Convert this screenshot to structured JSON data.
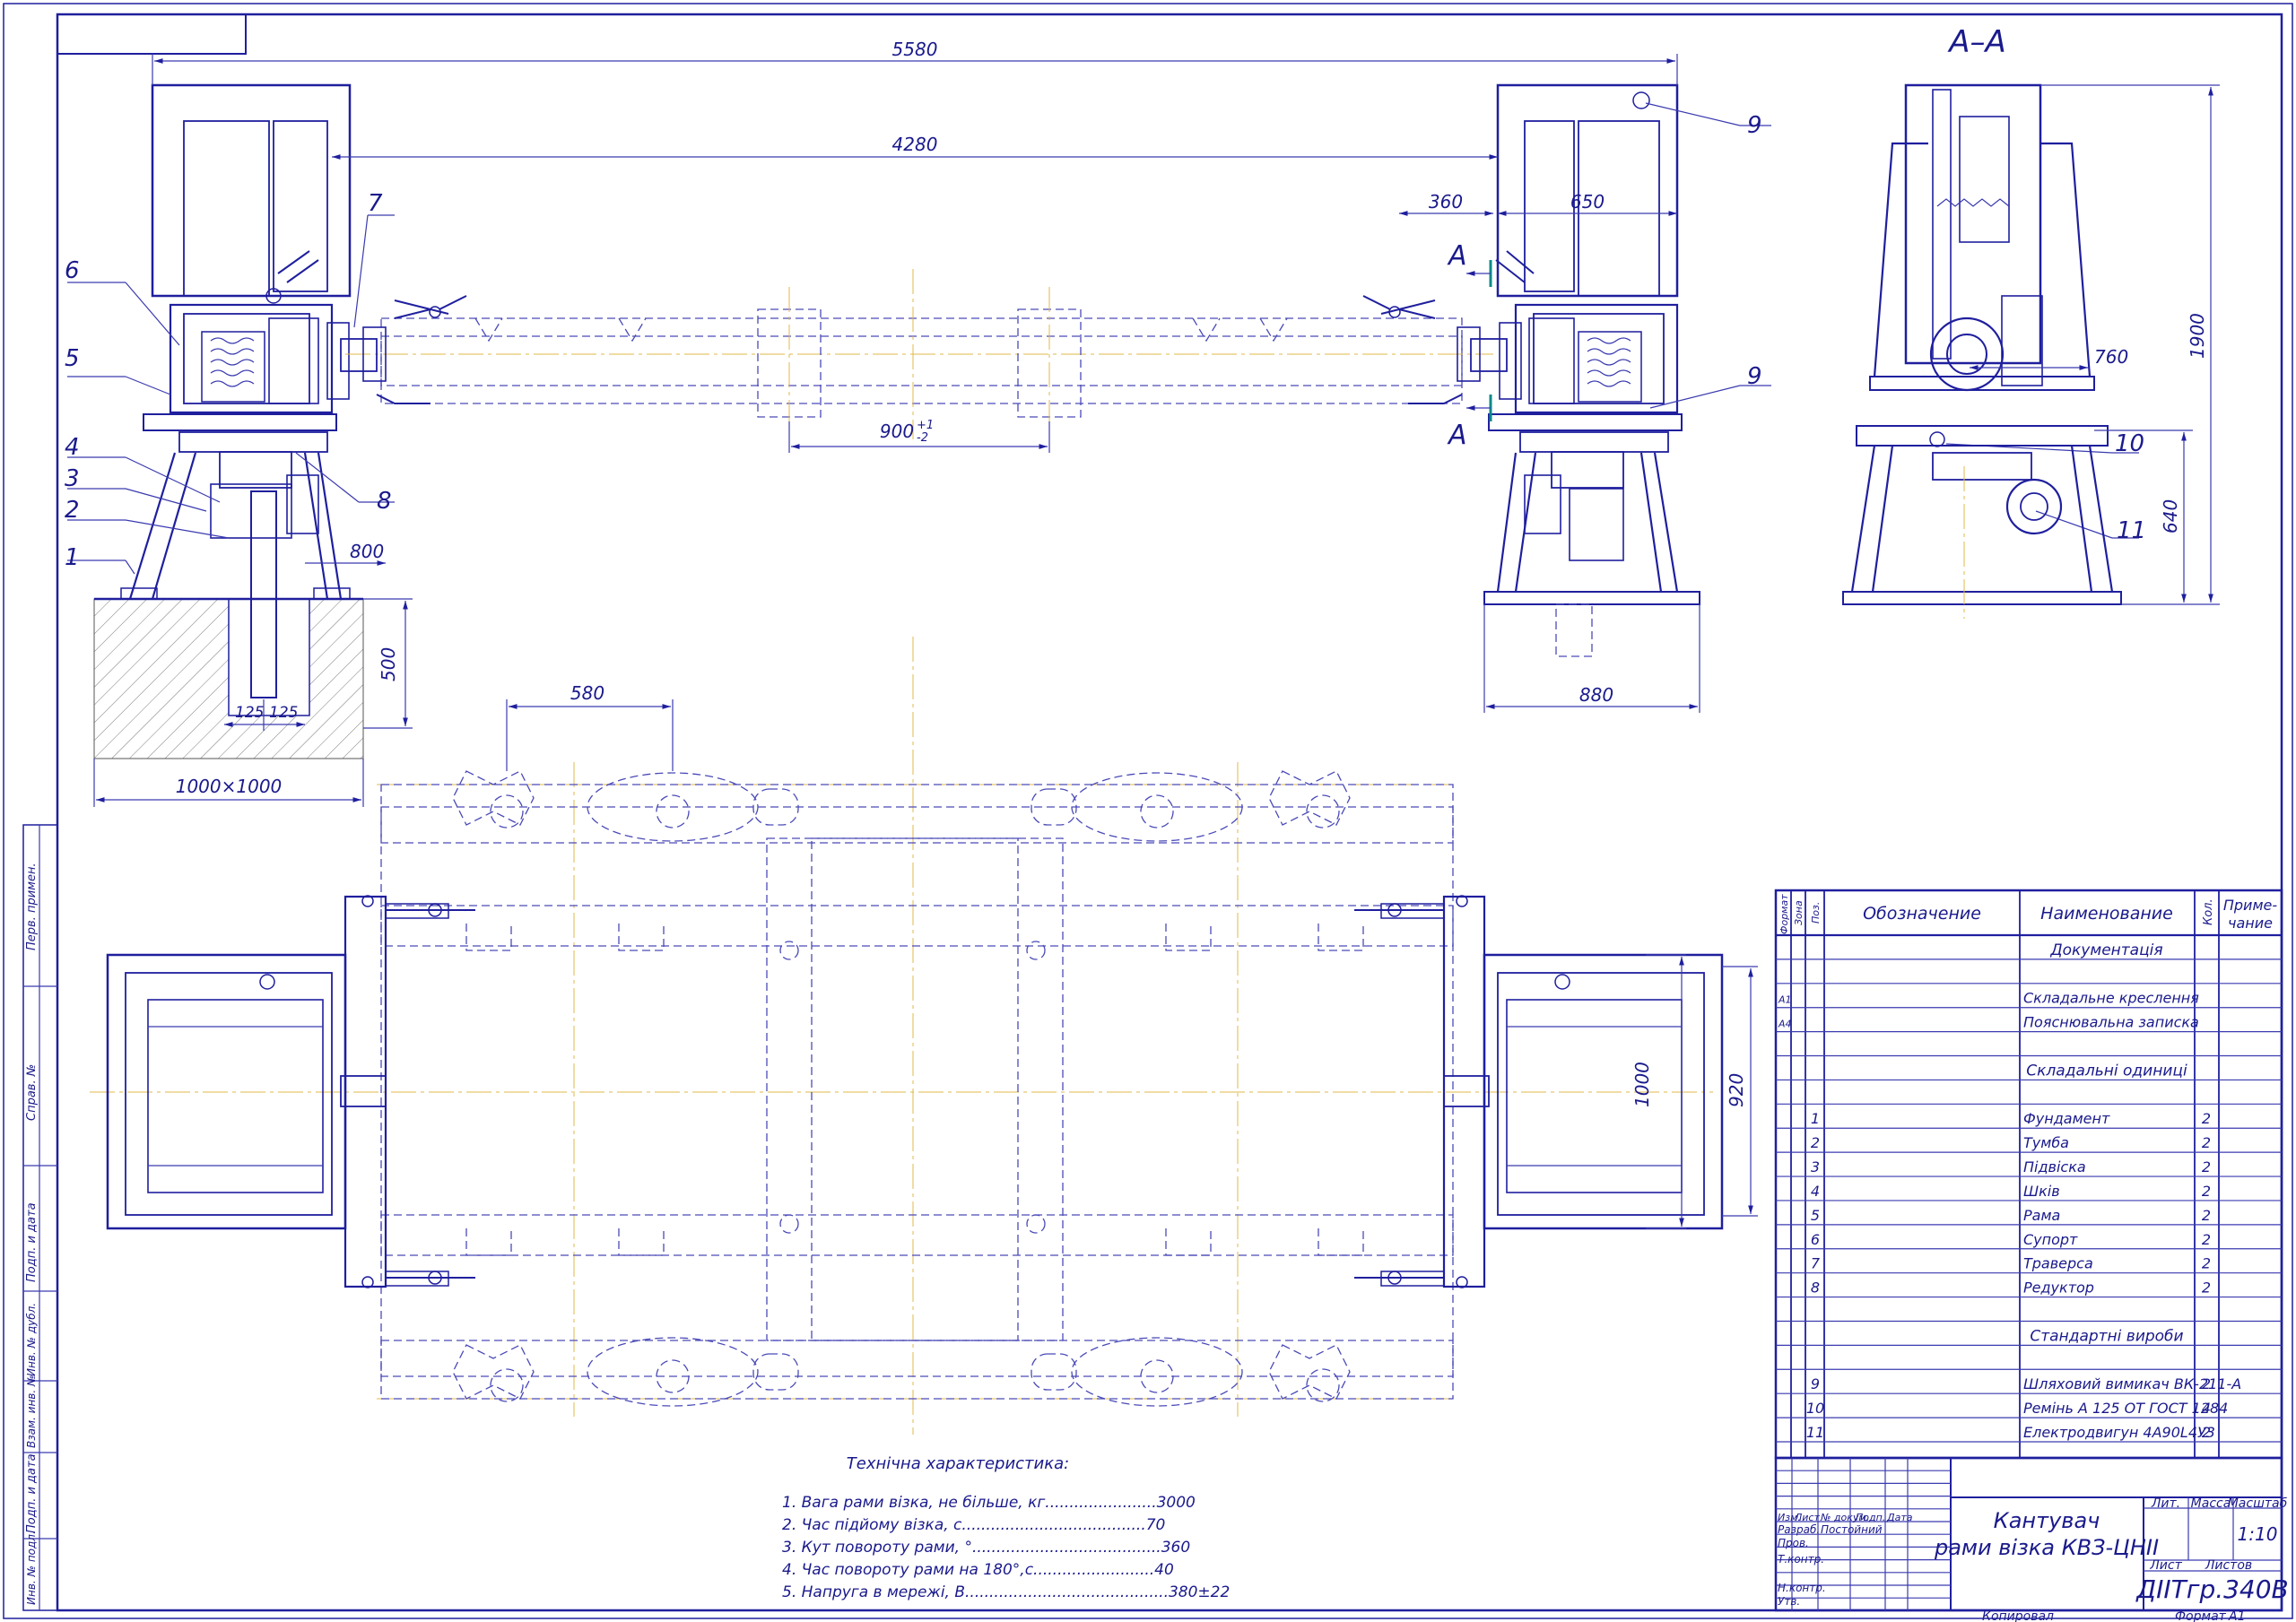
{
  "dimensions": {
    "overall": "5580",
    "inner": "4280",
    "d360": "360",
    "d650": "650",
    "d900": "900",
    "d900_tol": "+1",
    "d900_tol2": "-2",
    "d800": "800",
    "d500": "500",
    "d125a": "125",
    "d125b": "125",
    "d1000x1000": "1000×1000",
    "d880": "880",
    "d580": "580",
    "d1000": "1000",
    "d920": "920",
    "d760": "760",
    "d1900": "1900",
    "d640": "640"
  },
  "section": {
    "title": "А–А",
    "markA1": "А",
    "markA2": "А"
  },
  "callouts": [
    "1",
    "2",
    "3",
    "4",
    "5",
    "6",
    "7",
    "8",
    "9",
    "9",
    "10",
    "11"
  ],
  "tech": {
    "title": "Технічна характеристика:",
    "lines": [
      "1. Вага рами візка, не більше, кг.......................3000",
      "2. Час підйому візка, с......................................70",
      "3. Кут повороту рами, °.......................................360",
      "4. Час повороту рами на 180°,с.........................40",
      "5. Напруга в мережі, В..........................................380±22"
    ]
  },
  "spec": {
    "headers": {
      "format": "Формат",
      "zone": "Зона",
      "pos": "Поз.",
      "designation": "Обозначение",
      "name": "Наименование",
      "qty": "Кол.",
      "note1": "Приме-",
      "note2": "чание"
    },
    "rows": [
      {
        "fmt": "",
        "pos": "",
        "name": "Документація",
        "qty": "",
        "sect": true
      },
      {
        "fmt": "",
        "pos": "",
        "name": "",
        "qty": ""
      },
      {
        "fmt": "А1",
        "pos": "",
        "name": "Складальне креслення",
        "qty": ""
      },
      {
        "fmt": "А4",
        "pos": "",
        "name": "Пояснювальна записка",
        "qty": ""
      },
      {
        "fmt": "",
        "pos": "",
        "name": "",
        "qty": ""
      },
      {
        "fmt": "",
        "pos": "",
        "name": "Складальні одиниці",
        "qty": "",
        "sect": true
      },
      {
        "fmt": "",
        "pos": "",
        "name": "",
        "qty": ""
      },
      {
        "fmt": "",
        "pos": "1",
        "name": "Фундамент",
        "qty": "2"
      },
      {
        "fmt": "",
        "pos": "2",
        "name": "Тумба",
        "qty": "2"
      },
      {
        "fmt": "",
        "pos": "3",
        "name": "Підвіска",
        "qty": "2"
      },
      {
        "fmt": "",
        "pos": "4",
        "name": "Шків",
        "qty": "2"
      },
      {
        "fmt": "",
        "pos": "5",
        "name": "Рама",
        "qty": "2"
      },
      {
        "fmt": "",
        "pos": "6",
        "name": "Супорт",
        "qty": "2"
      },
      {
        "fmt": "",
        "pos": "7",
        "name": "Траверса",
        "qty": "2"
      },
      {
        "fmt": "",
        "pos": "8",
        "name": "Редуктор",
        "qty": "2"
      },
      {
        "fmt": "",
        "pos": "",
        "name": "",
        "qty": ""
      },
      {
        "fmt": "",
        "pos": "",
        "name": "Стандартні вироби",
        "qty": "",
        "sect": true
      },
      {
        "fmt": "",
        "pos": "",
        "name": "",
        "qty": ""
      },
      {
        "fmt": "",
        "pos": "9",
        "name": "Шляховий вимикач ВК-211-А",
        "qty": "2"
      },
      {
        "fmt": "",
        "pos": "10",
        "name": "Ремінь А 125 ОТ ГОСТ 1284",
        "qty": "4"
      },
      {
        "fmt": "",
        "pos": "11",
        "name": "Електродвигун 4А90L4У3",
        "qty": "2"
      }
    ]
  },
  "titleblock": {
    "title1": "Кантувач",
    "title2": "рами візка КВЗ-ЦНІІ",
    "code": "ДІІТгр.340В",
    "lit": "Лит.",
    "mass": "Масса",
    "scale_label": "Масштаб",
    "scale": "1:10",
    "sheet": "Лист",
    "sheets": "Листов",
    "izm": "Изм.",
    "list": "Лист",
    "ndoc": "№ докум.",
    "podp": "Подп.",
    "data": "Дата",
    "razrab": "Разраб.",
    "razrab_name": "Постойний",
    "prov": "Пров.",
    "tkontr": "Т.контр.",
    "nkontr": "Н.контр.",
    "utv": "Утв.",
    "copied": "Копировал",
    "format_label": "Формат",
    "format": "А1"
  },
  "sidestamp": {
    "a": "Перв. примен.",
    "b": "Справ. №",
    "c": "Подп. и дата",
    "d": "Инв. № дубл.",
    "e": "Взам. инв. №",
    "f": "Подп. и дата",
    "g": "Инв. № подл."
  }
}
